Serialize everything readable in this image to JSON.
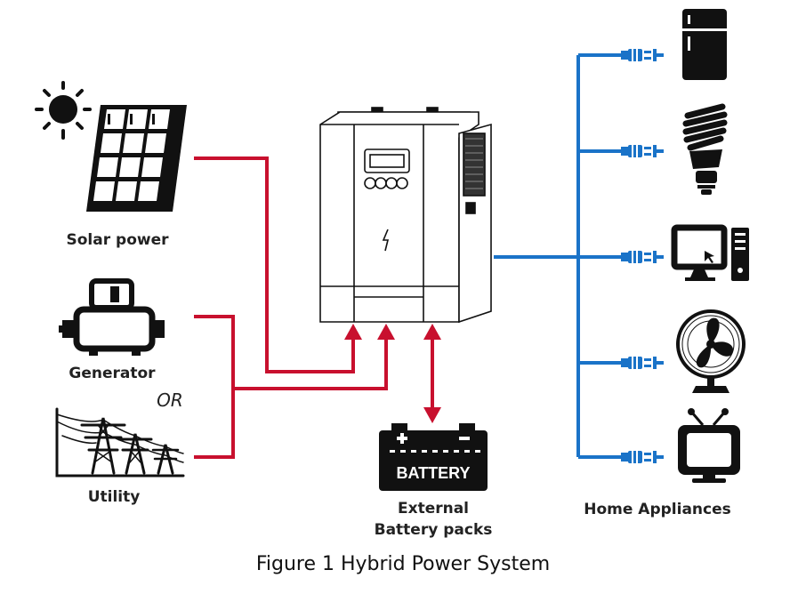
{
  "labels": {
    "solar": "Solar power",
    "generator": "Generator",
    "or": "OR",
    "utility": "Utility",
    "battery_text": "BATTERY",
    "battery_line1": "External",
    "battery_line2": "Battery packs",
    "home": "Home Appliances"
  },
  "caption": "Figure 1 Hybrid Power System",
  "icons": {
    "sun": "sun-icon",
    "solar_panel": "solar-panel-icon",
    "generator": "generator-icon",
    "utility": "power-tower-icon",
    "inverter": "inverter-icon",
    "battery": "battery-icon",
    "fridge": "refrigerator-icon",
    "bulb": "light-bulb-icon",
    "computer": "computer-icon",
    "fan": "fan-icon",
    "tv": "tv-icon",
    "plug": "plug-icon"
  },
  "colors": {
    "input_lines": "#c8102e",
    "output_lines": "#1a73c8",
    "icons": "#111111"
  }
}
